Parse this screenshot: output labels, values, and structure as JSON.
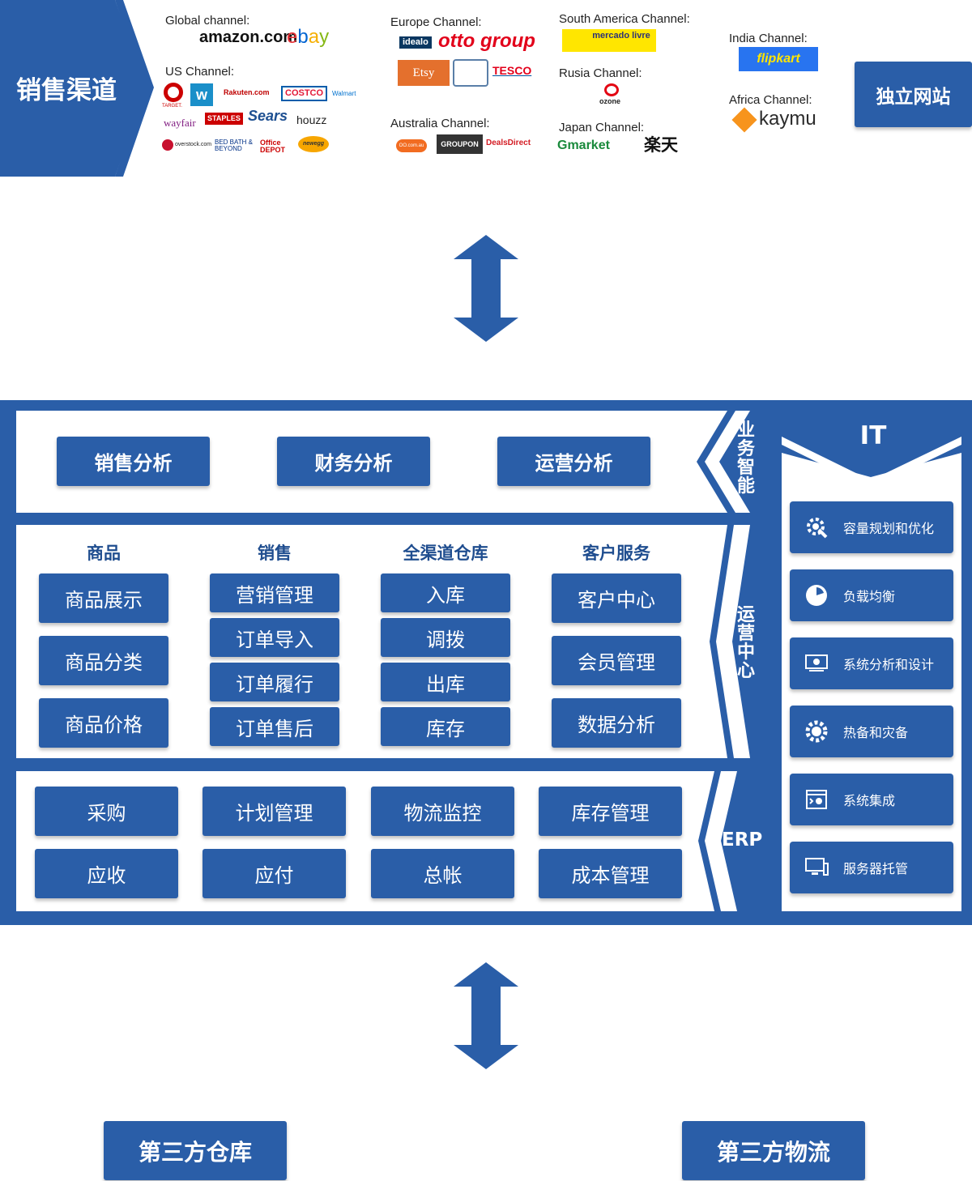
{
  "sales_channels": {
    "title": "销售渠道",
    "independent_site": "独立网站",
    "groups": {
      "global": {
        "label": "Global channel:",
        "logos": [
          "amazon.com",
          "ebay"
        ]
      },
      "us": {
        "label": "US Channel:",
        "logos": [
          "TARGET.",
          "w",
          "Rakuten.com",
          "COSTCO",
          "Walmart",
          "wayfair",
          "STAPLES",
          "Sears",
          "houzz",
          "overstock.com",
          "BED BATH & BEYOND",
          "Office DEPOT",
          "newegg"
        ]
      },
      "europe": {
        "label": "Europe Channel:",
        "logos": [
          "idealo",
          "otto group",
          "Etsy",
          "TESCO"
        ]
      },
      "australia": {
        "label": "Australia Channel:",
        "logos": [
          "OO.com.au",
          "GROUPON",
          "DealsDirect"
        ]
      },
      "south_america": {
        "label": "South America Channel:",
        "logos": [
          "mercado livre"
        ]
      },
      "russia": {
        "label": "Rusia Channel:",
        "logos": [
          "ozone"
        ]
      },
      "japan": {
        "label": "Japan Channel:",
        "logos": [
          "Gmarket",
          "楽天"
        ]
      },
      "india": {
        "label": "India Channel:",
        "logos": [
          "flipkart"
        ]
      },
      "africa": {
        "label": "Africa Channel:",
        "logos": [
          "kaymu"
        ]
      }
    }
  },
  "bi": {
    "label": "业务智能",
    "buttons": [
      "销售分析",
      "财务分析",
      "运营分析"
    ]
  },
  "ops": {
    "label": "运营中心",
    "columns": [
      {
        "title": "商品",
        "items": [
          "商品展示",
          "商品分类",
          "商品价格"
        ]
      },
      {
        "title": "销售",
        "items": [
          "营销管理",
          "订单导入",
          "订单履行",
          "订单售后"
        ]
      },
      {
        "title": "全渠道仓库",
        "items": [
          "入库",
          "调拨",
          "出库",
          "库存"
        ]
      },
      {
        "title": "客户服务",
        "items": [
          "客户中心",
          "会员管理",
          "数据分析"
        ]
      }
    ]
  },
  "erp": {
    "label": "ERP",
    "row1": [
      "采购",
      "计划管理",
      "物流监控",
      "库存管理"
    ],
    "row2": [
      "应收",
      "应付",
      "总帐",
      "成本管理"
    ]
  },
  "it": {
    "title": "IT",
    "items": [
      {
        "label": "容量规划和优化",
        "icon": "gear-wrench-icon"
      },
      {
        "label": "负载均衡",
        "icon": "pie-chart-icon"
      },
      {
        "label": "系统分析和设计",
        "icon": "monitor-gear-icon"
      },
      {
        "label": "热备和灾备",
        "icon": "globe-gear-icon"
      },
      {
        "label": "系统集成",
        "icon": "window-gear-icon"
      },
      {
        "label": "服务器托管",
        "icon": "desktop-icon"
      }
    ]
  },
  "third_party": {
    "warehouse": "第三方仓库",
    "logistics": "第三方物流"
  },
  "colors": {
    "primary": "#2a5ea8",
    "heading": "#1f4d8f"
  }
}
